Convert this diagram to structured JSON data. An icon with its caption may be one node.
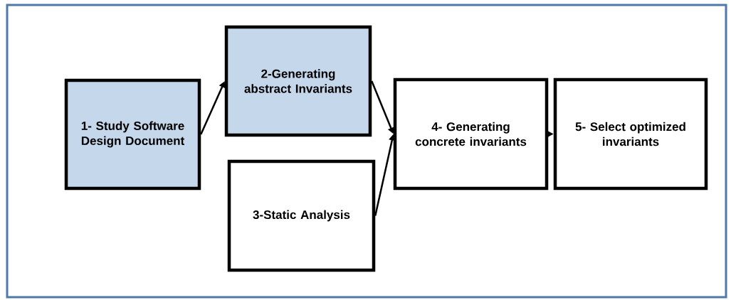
{
  "diagram": {
    "nodes": [
      {
        "text": [
          "1- Study Software Design Document"
        ]
      },
      {
        "text": [
          "2-Generating abstract Invariants"
        ]
      },
      {
        "text": [
          "3-Static Analysis"
        ]
      },
      {
        "text": [
          "4- Generating concrete invariants"
        ]
      },
      {
        "text": [
          "5- Select optimized invariants"
        ]
      }
    ],
    "edges": [
      {
        "from": 0,
        "to": 1,
        "arrow": "to"
      },
      {
        "from": 1,
        "to": 3,
        "arrow": "to"
      },
      {
        "from": 2,
        "to": 3,
        "arrow": "to"
      },
      {
        "from": 3,
        "to": 4,
        "arrow": "to"
      }
    ]
  }
}
